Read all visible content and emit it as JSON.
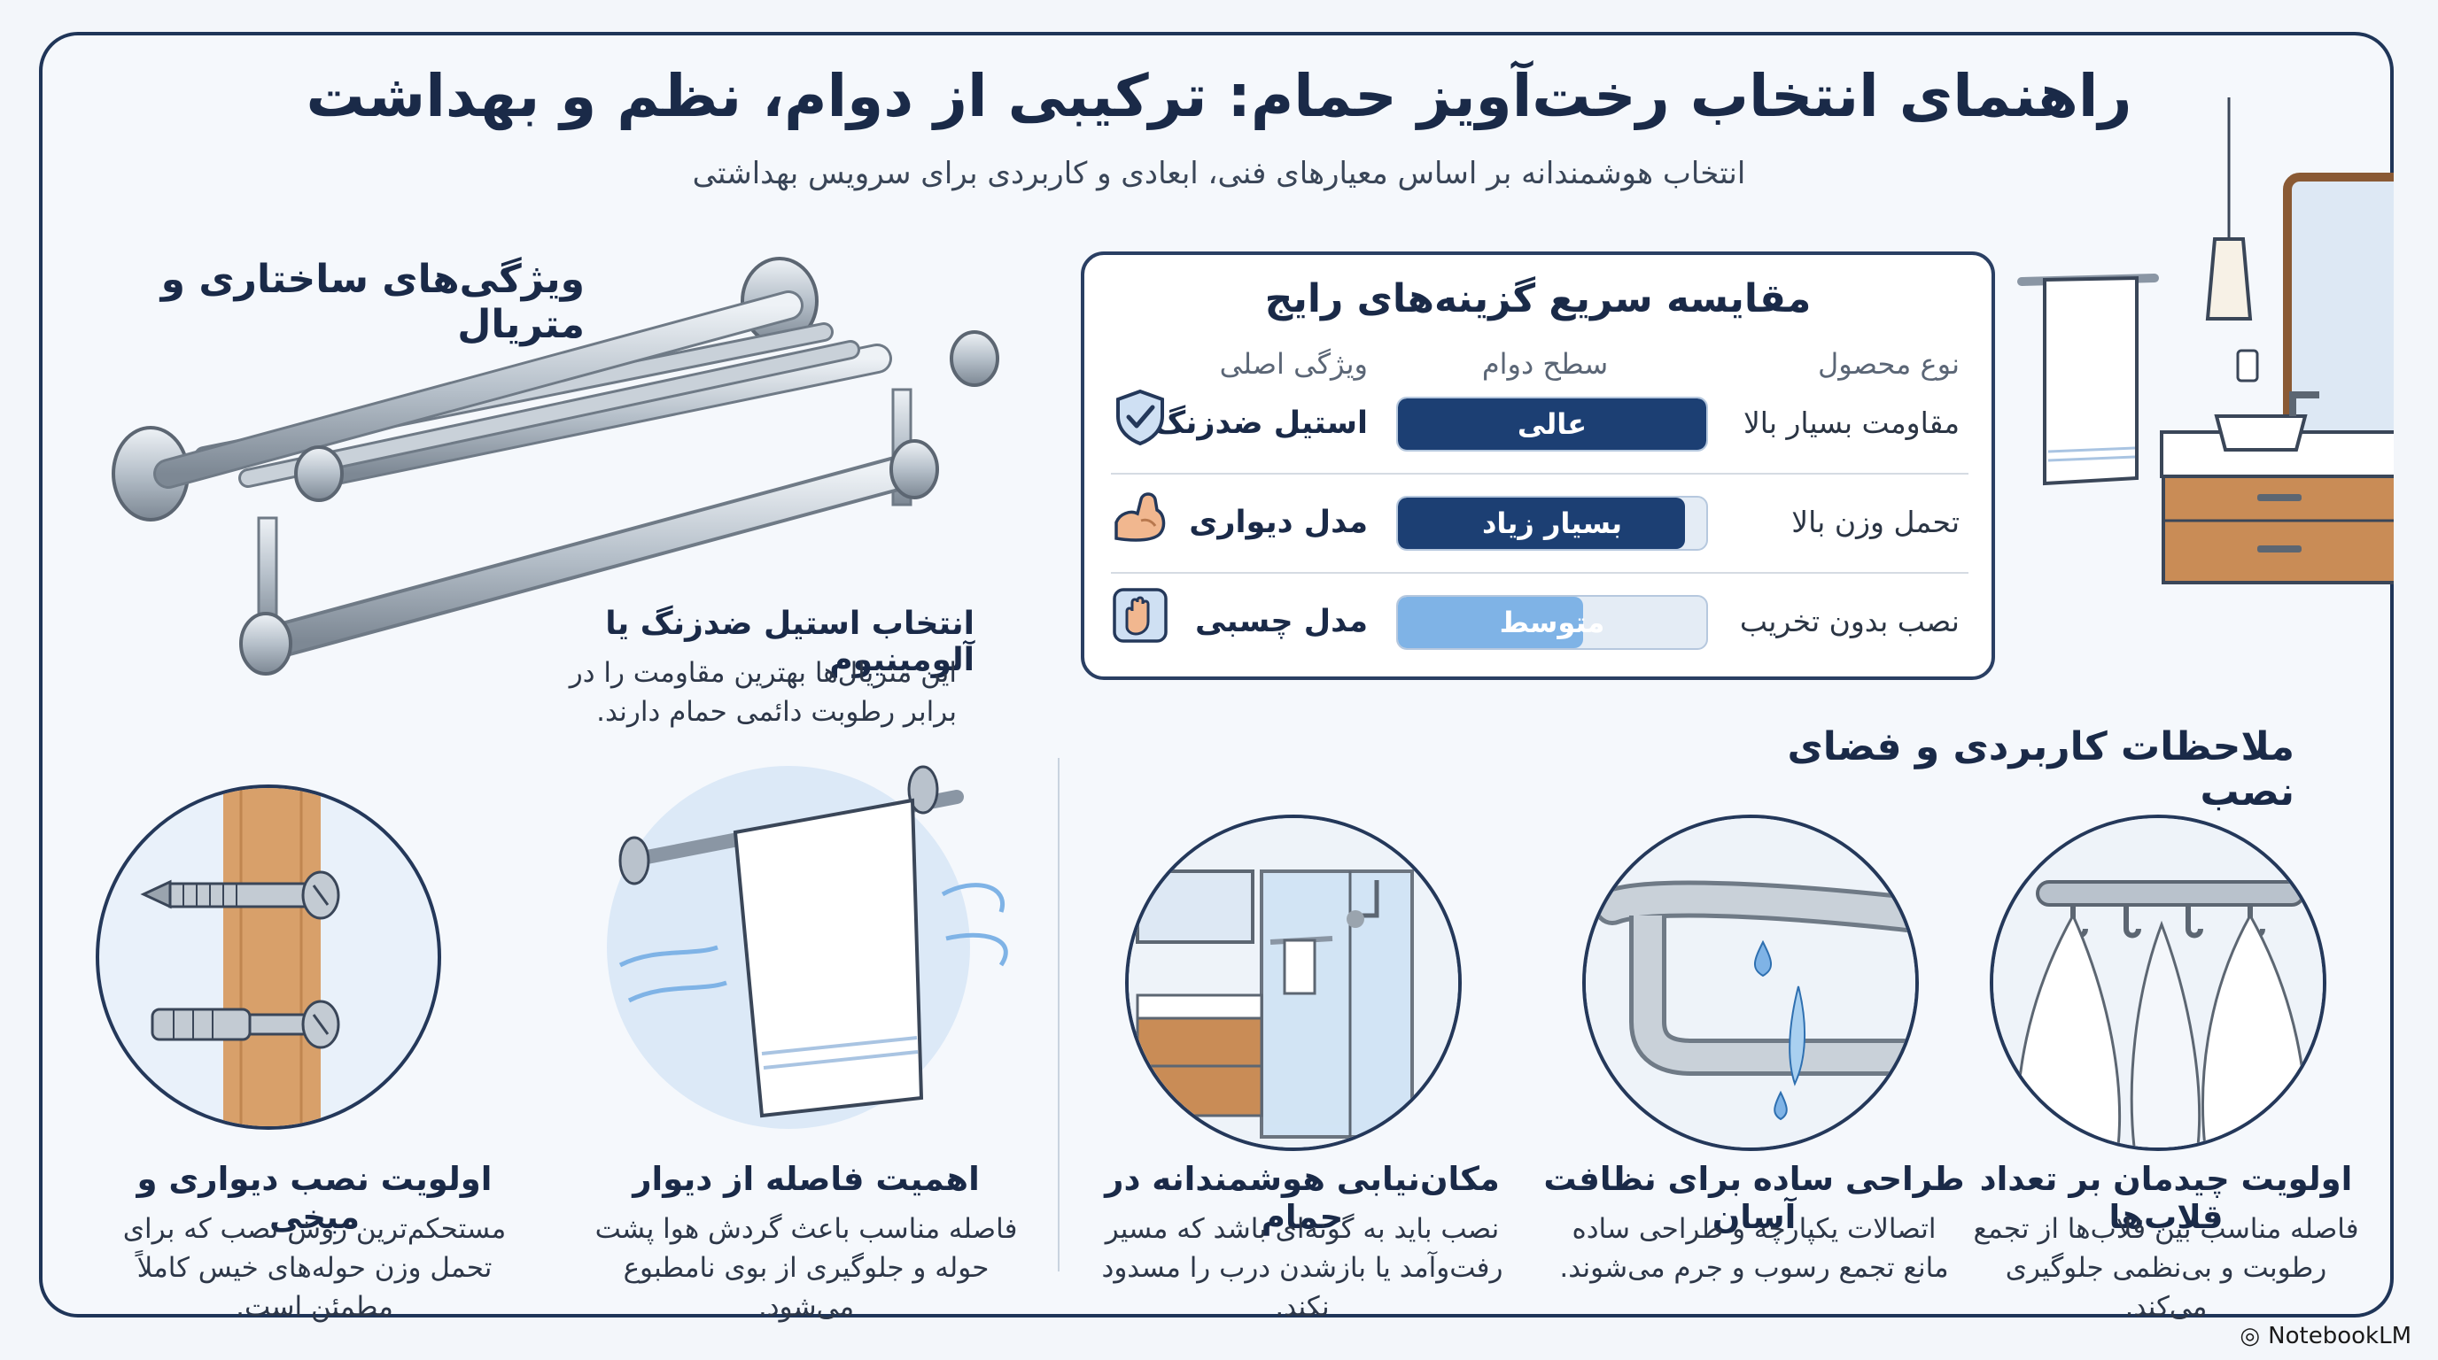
{
  "title": "راهنمای انتخاب رخت‌آویز حمام: ترکیبی از دوام، نظم و بهداشت",
  "subtitle": "انتخاب هوشمندانه بر اساس معیارهای فنی، ابعادی و کاربردی برای سرویس بهداشتی",
  "structure": {
    "heading": "ویژگی‌های ساختاری و متریال",
    "material_title": "انتخاب استیل ضدزنگ یا آلومینیوم",
    "material_desc": "این متریال‌ها بهترین مقاومت را در برابر رطوبت دائمی حمام دارند."
  },
  "comparison": {
    "title": "مقایسه سریع گزینه‌های رایج",
    "headers": {
      "type": "نوع محصول",
      "durability": "سطح دوام",
      "feature": "ویژگی اصلی"
    },
    "rows": [
      {
        "name": "مقاومت بسیار بالا",
        "level": "عالی",
        "fill": 1.0,
        "feature": "استیل ضدزنگ",
        "icon": "shield-check-icon"
      },
      {
        "name": "تحمل وزن بالا",
        "level": "بسیار زیاد",
        "fill": 0.93,
        "feature": "مدل دیواری",
        "icon": "strong-arm-icon"
      },
      {
        "name": "نصب بدون تخریب",
        "level": "متوسط",
        "fill": 0.6,
        "feature": "مدل چسبی",
        "icon": "hand-adhesive-icon"
      }
    ]
  },
  "usage": {
    "heading": "ملاحظات کاربردی و فضای نصب"
  },
  "cards": [
    {
      "title": "اولویت نصب دیواری و میخی",
      "desc": "مستحکم‌ترین روش نصب که برای تحمل وزن حوله‌های خیس کاملاً مطمئن است.",
      "icon": "wall-anchor-icon"
    },
    {
      "title": "اهمیت فاصله از دیوار",
      "desc": "فاصله مناسب باعث گردش هوا پشت حوله و جلوگیری از بوی نامطبوع می‌شود.",
      "icon": "towel-airflow-icon"
    },
    {
      "title": "مکان‌نیابی هوشمندانه در حمام",
      "desc": "نصب باید به گونه‌ای باشد که مسیر رفت‌وآمد یا بازشدن درب را مسدود نکند.",
      "icon": "bathroom-layout-icon"
    },
    {
      "title": "طراحی ساده برای نظافت آسان",
      "desc": "اتصالات یکپارچه و طراحی ساده مانع تجمع رسوب و جرم می‌شوند.",
      "icon": "seamless-joint-icon"
    },
    {
      "title": "اولویت چیدمان بر تعداد قلاب‌ها",
      "desc": "فاصله مناسب بین قلاب‌ها از تجمع رطوبت و بی‌نظمی جلوگیری می‌کند.",
      "icon": "hooks-icon"
    }
  ],
  "brand": "NotebookLM",
  "colors": {
    "navy": "#1c3f73",
    "light_blue": "#7fb3e6",
    "steel": "#b9c2cc"
  }
}
